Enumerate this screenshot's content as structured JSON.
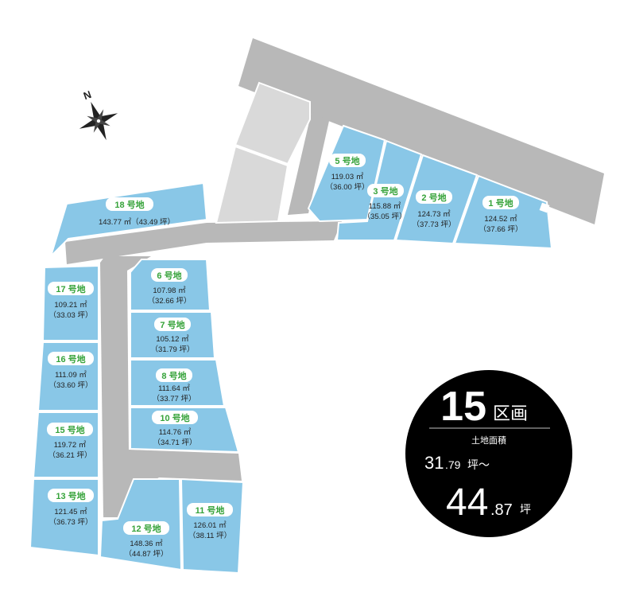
{
  "compass": {
    "north_label": "N"
  },
  "summary": {
    "lot_count": "15",
    "lot_count_unit": "区画",
    "area_caption": "土地面積",
    "min_int": "31",
    "min_dec": ".79",
    "min_unit": "坪～",
    "max_int": "44",
    "max_dec": ".87",
    "max_unit": "坪"
  },
  "lots": [
    {
      "name": "18 号地",
      "area": "143.77 ㎡（43.49 坪）"
    },
    {
      "name": "5 号地",
      "area": "119.03 ㎡",
      "tsubo": "（36.00 坪）"
    },
    {
      "name": "3 号地",
      "area": "115.88 ㎡",
      "tsubo": "（35.05 坪）"
    },
    {
      "name": "2 号地",
      "area": "124.73 ㎡",
      "tsubo": "（37.73 坪）"
    },
    {
      "name": "1 号地",
      "area": "124.52 ㎡",
      "tsubo": "（37.66 坪）"
    },
    {
      "name": "17 号地",
      "area": "109.21 ㎡",
      "tsubo": "（33.03 坪）"
    },
    {
      "name": "6 号地",
      "area": "107.98 ㎡",
      "tsubo": "（32.66 坪）"
    },
    {
      "name": "16 号地",
      "area": "111.09 ㎡",
      "tsubo": "（33.60 坪）"
    },
    {
      "name": "7 号地",
      "area": "105.12 ㎡",
      "tsubo": "（31.79 坪）"
    },
    {
      "name": "8 号地",
      "area": "111.64 ㎡",
      "tsubo": "（33.77 坪）"
    },
    {
      "name": "15 号地",
      "area": "119.72 ㎡",
      "tsubo": "（36.21 坪）"
    },
    {
      "name": "10 号地",
      "area": "114.76 ㎡",
      "tsubo": "（34.71 坪）"
    },
    {
      "name": "13 号地",
      "area": "121.45 ㎡",
      "tsubo": "（36.73 坪）"
    },
    {
      "name": "12 号地",
      "area": "148.36 ㎡",
      "tsubo": "（44.87 坪）"
    },
    {
      "name": "11 号地",
      "area": "126.01 ㎡",
      "tsubo": "（38.11 坪）"
    }
  ]
}
